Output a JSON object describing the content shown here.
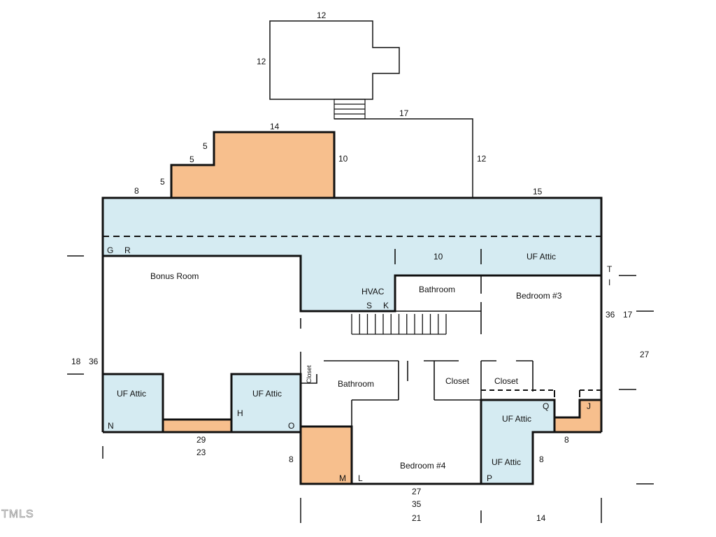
{
  "colors": {
    "attic": "#d5ebf2",
    "porch": "#f7bf8d",
    "wall": "#111111",
    "background": "#ffffff"
  },
  "rooms": {
    "bonus_room": "Bonus Room",
    "hvac": "HVAC",
    "bathroom_upper": "Bathroom",
    "bedroom_3": "Bedroom #3",
    "uf_attic_top": "UF Attic",
    "bathroom_lower": "Bathroom",
    "closet_left": "Closet",
    "closet_mid": "Closet",
    "closet_right": "Closet",
    "uf_attic_left": "UF Attic",
    "uf_attic_mid": "UF Attic",
    "uf_attic_right_top": "UF Attic",
    "uf_attic_right_bottom": "UF Attic",
    "bedroom_4": "Bedroom #4"
  },
  "points": {
    "G": "G",
    "R": "R",
    "S": "S",
    "K": "K",
    "T": "T",
    "I": "I",
    "N": "N",
    "H": "H",
    "O": "O",
    "M": "M",
    "L": "L",
    "P": "P",
    "Q": "Q",
    "J": "J"
  },
  "dims": {
    "top_box_w": "12",
    "top_box_h": "12",
    "deck_w": "17",
    "deck_h_left": "10",
    "deck_h_right": "12",
    "orange_top": "14",
    "step_5a": "5",
    "step_5b": "5",
    "step_5c": "5",
    "main_left": "8",
    "main_right": "15",
    "mid_10": "10",
    "right_36": "36",
    "right_17": "17",
    "right_27": "27",
    "left_18": "18",
    "left_36": "36",
    "bottom_29": "29",
    "bottom_23": "23",
    "bottom_8_left": "8",
    "bottom_8_right": "8",
    "bottom_8_mid": "8",
    "bottom_27": "27",
    "bottom_35": "35",
    "bottom_21": "21",
    "bottom_14": "14"
  },
  "watermark": "TMLS"
}
